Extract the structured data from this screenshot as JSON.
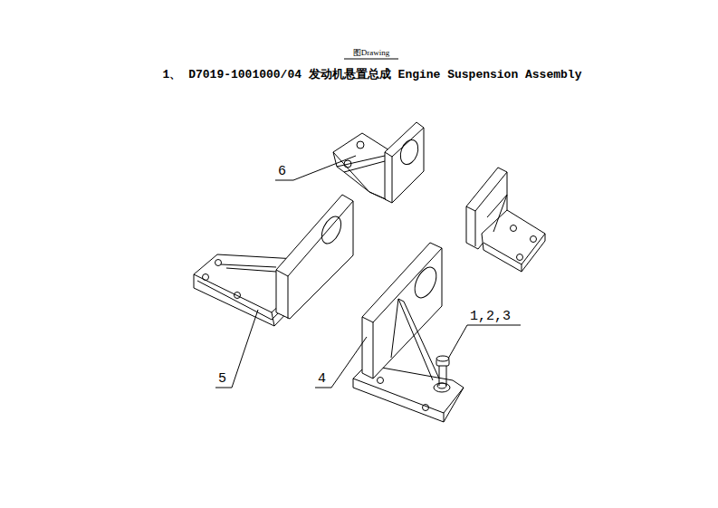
{
  "diagram": {
    "title": "1、 D7019-1001000/04 发动机悬置总成 Engine Suspension Assembly",
    "labels": [
      "图Drawing",
      "6",
      "5",
      "4",
      "1,2,3"
    ]
  }
}
